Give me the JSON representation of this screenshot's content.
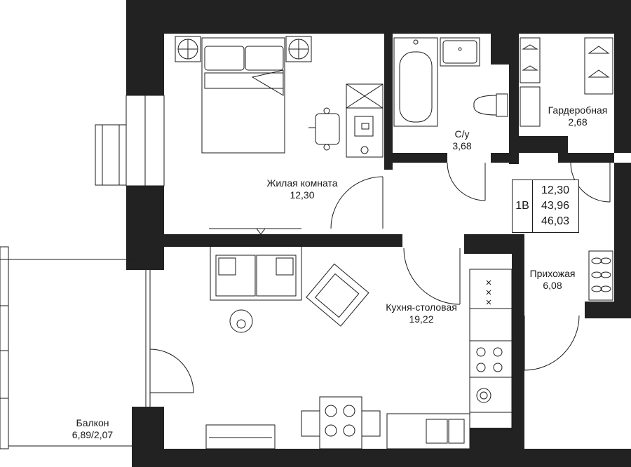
{
  "colors": {
    "wall": "#222222",
    "line": "#1a1a1a",
    "fill": "#ffffff"
  },
  "rooms": [
    {
      "name": "Жилая комната",
      "area": "12,30"
    },
    {
      "name": "С/у",
      "area": "3,68"
    },
    {
      "name": "Гардеробная",
      "area": "2,68"
    },
    {
      "name": "Прихожая",
      "area": "6,08"
    },
    {
      "name": "Кухня-столовая",
      "area": "19,22"
    },
    {
      "name": "Балкон",
      "area": "6,89/2,07"
    }
  ],
  "apartment": {
    "type": "1В",
    "areas": [
      "12,30",
      "43,96",
      "46,03"
    ]
  },
  "icons": [
    "bed-icon",
    "desk-icon",
    "chair-icon",
    "bathtub-icon",
    "sink-icon",
    "toilet-icon",
    "hanger-icon",
    "shoes-icon",
    "sofa-icon",
    "armchair-icon",
    "stove-icon",
    "dining-table-icon",
    "tv-icon",
    "door-icon",
    "window-icon"
  ]
}
